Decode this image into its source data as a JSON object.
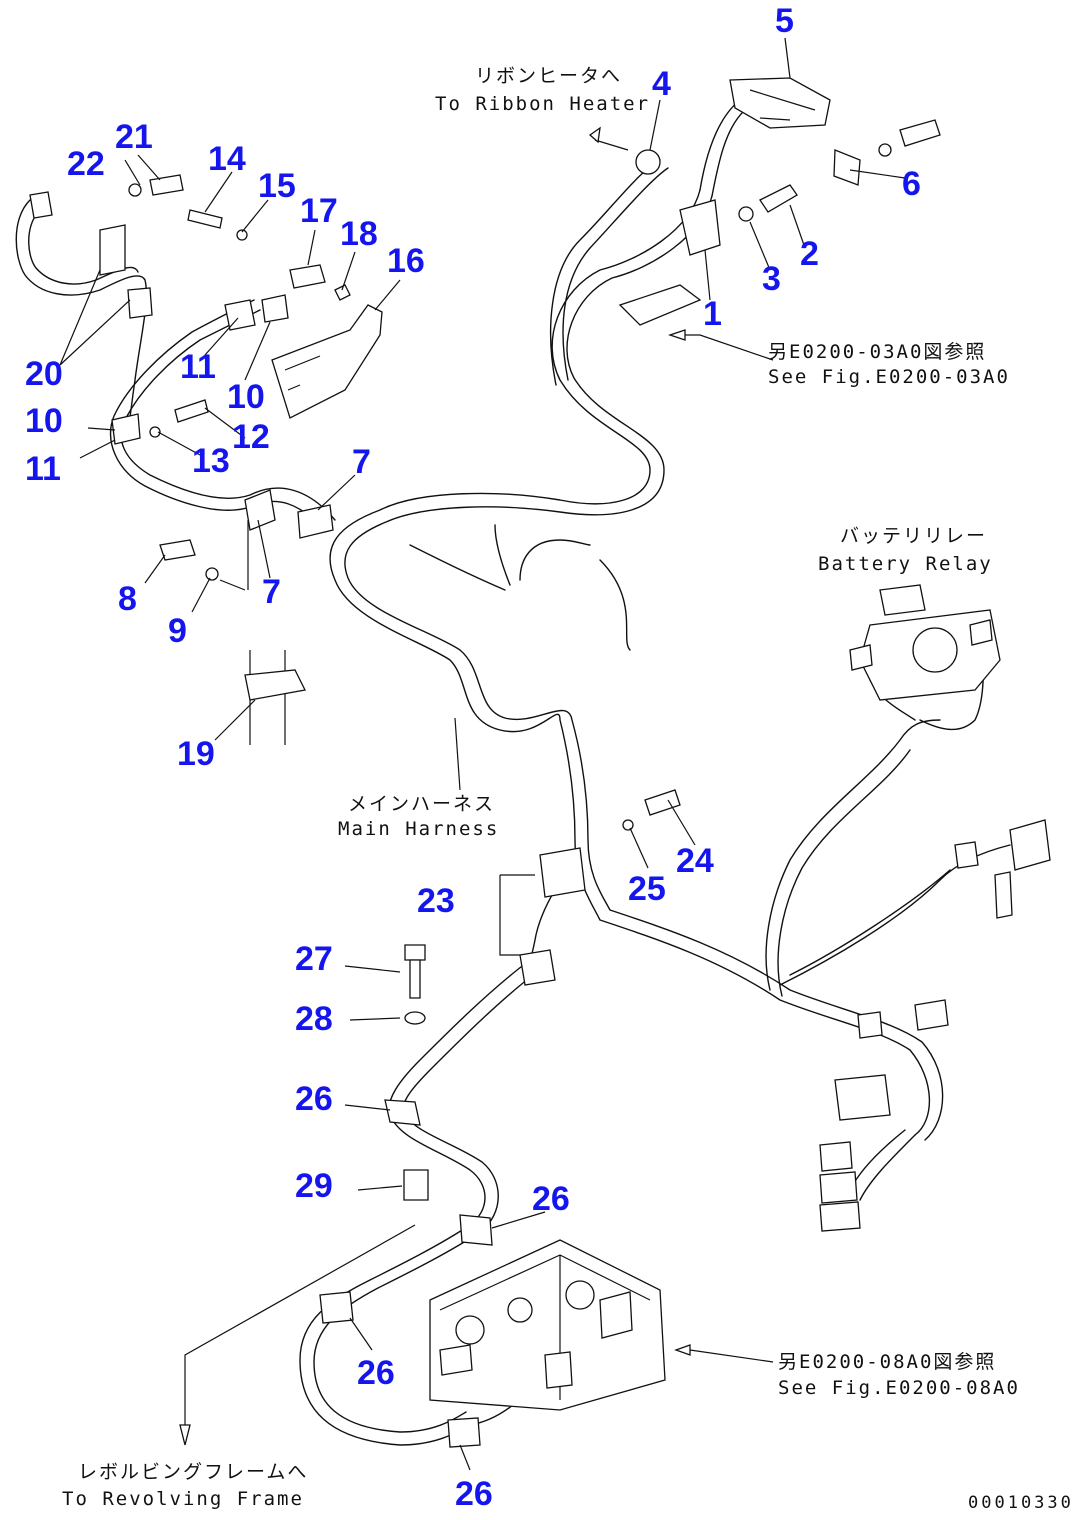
{
  "part_numbers": {
    "n1": "1",
    "n2": "2",
    "n3": "3",
    "n4": "4",
    "n5": "5",
    "n6": "6",
    "n7a": "7",
    "n7b": "7",
    "n8": "8",
    "n9": "9",
    "n10a": "10",
    "n10b": "10",
    "n11a": "11",
    "n11b": "11",
    "n12": "12",
    "n13": "13",
    "n14": "14",
    "n15": "15",
    "n16": "16",
    "n17": "17",
    "n18": "18",
    "n19": "19",
    "n20": "20",
    "n21": "21",
    "n22": "22",
    "n23": "23",
    "n24": "24",
    "n25": "25",
    "n26a": "26",
    "n26b": "26",
    "n26c": "26",
    "n26d": "26",
    "n27": "27",
    "n28": "28",
    "n29": "29"
  },
  "annotations": {
    "ribbon_heater_jp": "リボンヒータへ",
    "ribbon_heater_en": "To Ribbon Heater",
    "fig_e0200_03a0_jp": "另E0200-03A0図参照",
    "fig_e0200_03a0_en": "See Fig.E0200-03A0",
    "battery_relay_jp": "バッテリリレー",
    "battery_relay_en": "Battery Relay",
    "main_harness_jp": "メインハーネス",
    "main_harness_en": "Main Harness",
    "fig_e0200_08a0_jp": "另E0200-08A0図参照",
    "fig_e0200_08a0_en": "See Fig.E0200-08A0",
    "revolving_frame_jp": "レボルビングフレームへ",
    "revolving_frame_en": "To Revolving Frame"
  },
  "drawing_code": "00010330",
  "colors": {
    "part_number": "#1515ee",
    "line": "#111111",
    "background": "#ffffff"
  }
}
